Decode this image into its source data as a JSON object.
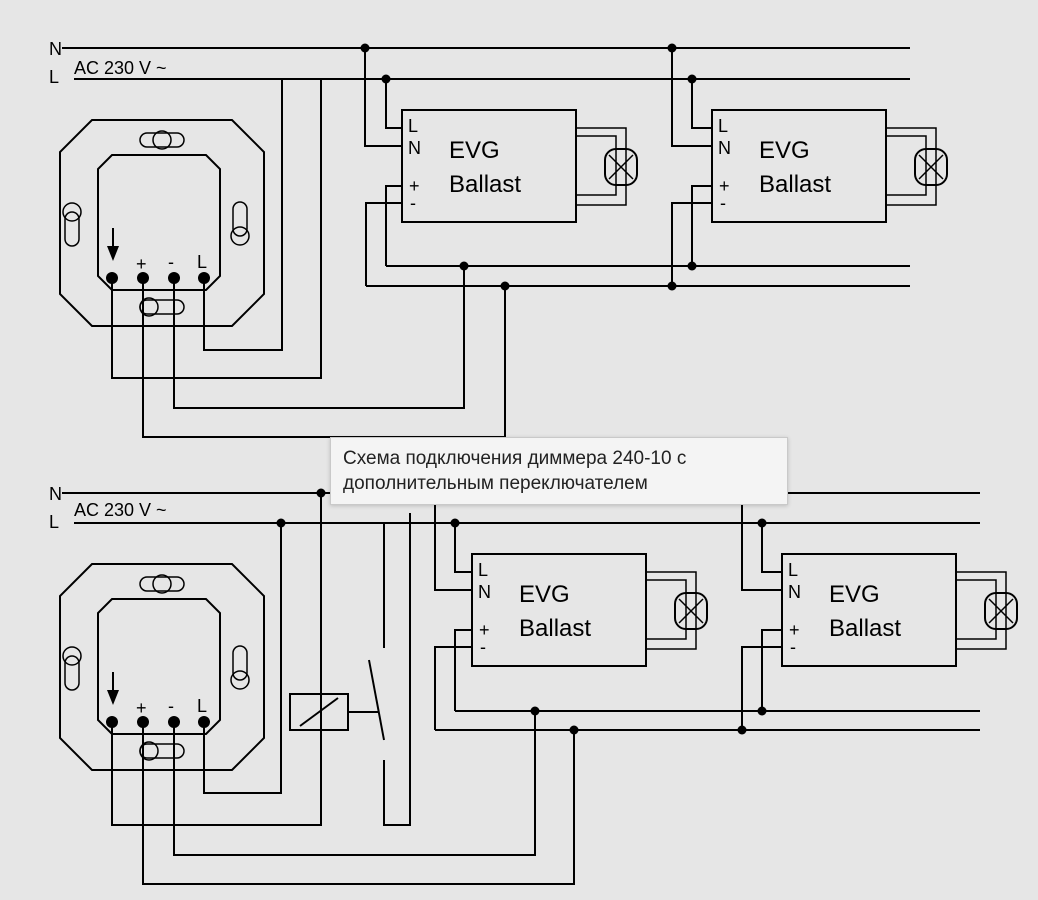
{
  "diagram": {
    "n_label": "N",
    "l_label": "L",
    "supply_label": "AC 230 V ~",
    "ballast_name": "EVG",
    "ballast_type": "Ballast",
    "ballast_pins": {
      "l": "L",
      "n": "N",
      "plus": "+",
      "minus": "-"
    },
    "dimmer_terminals": {
      "plus": "+",
      "minus": "-",
      "l": "L"
    }
  },
  "tooltip": {
    "line1": "Схема подключения диммера 240-10 с",
    "line2": "дополнительным переключателем"
  }
}
